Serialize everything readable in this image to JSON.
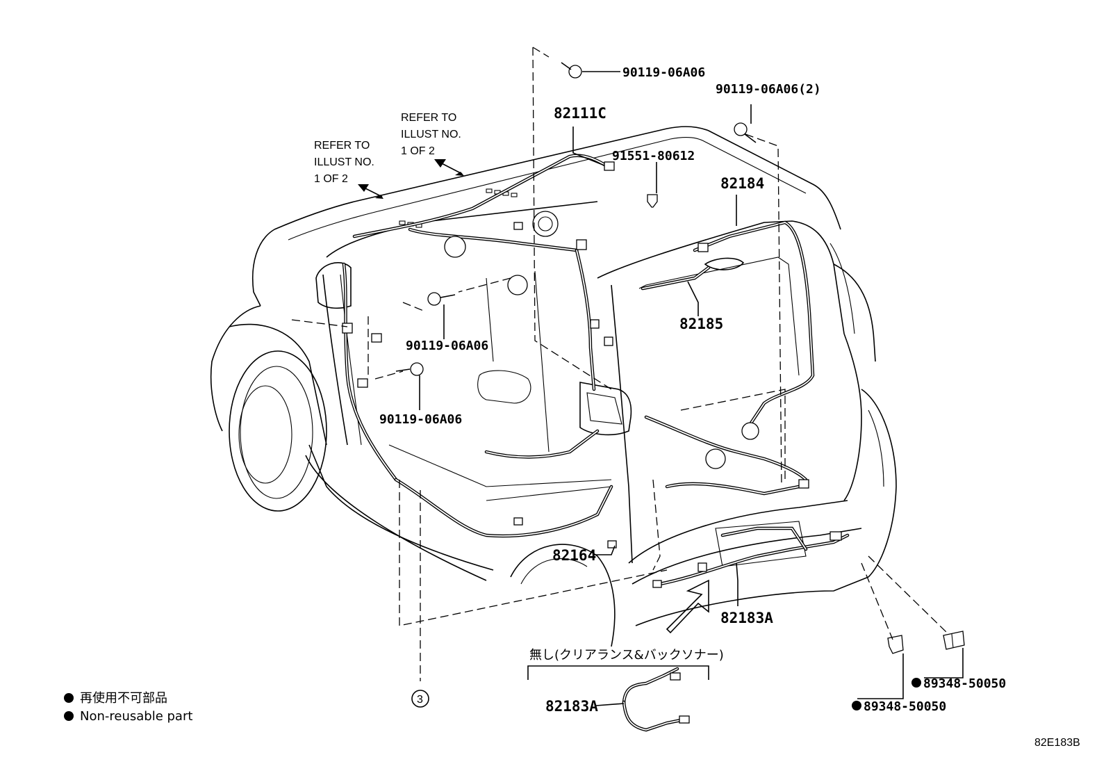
{
  "diagram": {
    "refer_notes": [
      {
        "line1": "REFER TO",
        "line2": "ILLUST NO.",
        "line3": "1 OF 2"
      },
      {
        "line1": "REFER TO",
        "line2": "ILLUST NO.",
        "line3": "1 OF 2"
      }
    ],
    "parts": {
      "bolt_top": "90119-06A06",
      "bolt_right": "90119-06A06(2)",
      "harness_roof": "82111C",
      "clip": "91551-80612",
      "harness_door": "82184",
      "harness_door_sub": "82185",
      "bolt_inner": "90119-06A06",
      "bolt_lower": "90119-06A06",
      "harness_floor": "82164",
      "harness_bumper": "82183A",
      "harness_alt": "82183A",
      "bracket_1": "89348-50050",
      "bracket_2": "89348-50050"
    },
    "option_note": "無し(クリアランス&バックソナー)",
    "callout_number": "3",
    "legend": {
      "jp": "再使用不可部品",
      "en": "Non-reusable part"
    },
    "figure_code": "82E183B"
  }
}
